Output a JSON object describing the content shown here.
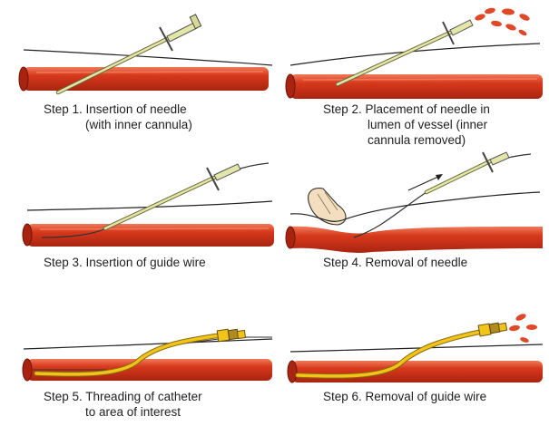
{
  "steps": [
    {
      "label": "Step 1.",
      "line1": "Insertion of needle",
      "line2": "(with inner cannula)"
    },
    {
      "label": "Step 2.",
      "line1": "Placement of needle in",
      "line2": "lumen of vessel (inner",
      "line3": "cannula removed)"
    },
    {
      "label": "Step 3.",
      "line1": "Insertion of guide wire"
    },
    {
      "label": "Step 4.",
      "line1": "Removal of needle"
    },
    {
      "label": "Step 5.",
      "line1": "Threading of catheter",
      "line2": "to area of interest"
    },
    {
      "label": "Step 6.",
      "line1": "Removal of guide wire"
    }
  ],
  "colors": {
    "vessel": "#d8391c",
    "vessel_dark": "#a82410",
    "vessel_highlight": "#ef7a5a",
    "needle": "#e3e6a8",
    "catheter": "#f0c419",
    "blood": "#e0482a",
    "skin_line": "#222222",
    "finger": "#f3dfbf"
  }
}
